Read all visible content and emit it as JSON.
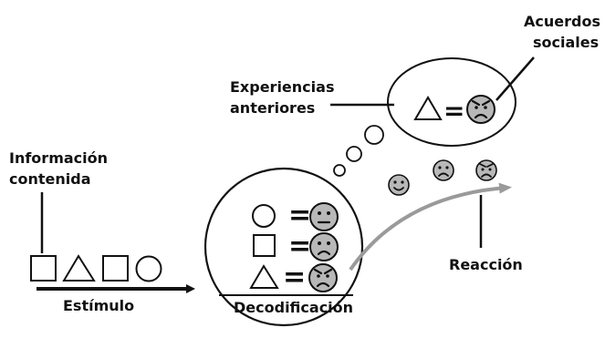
{
  "labels": {
    "info_line1": "Información",
    "info_line2": "contenida",
    "stimulus": "Estímulo",
    "decoding": "Decodificación",
    "experiences_line1": "Experiencias",
    "experiences_line2": "anteriores",
    "social_line1": "Acuerdos",
    "social_line2": "sociales",
    "reaction": "Reacción"
  },
  "symbols": {
    "equals": "="
  },
  "icons": {
    "stimulus_shapes": [
      "square-icon",
      "triangle-icon",
      "square-icon",
      "circle-icon"
    ],
    "decoding_pairs": [
      {
        "shape": "circle-icon",
        "face": "neutral-face-icon"
      },
      {
        "shape": "square-icon",
        "face": "sad-face-icon"
      },
      {
        "shape": "triangle-icon",
        "face": "angry-face-icon"
      }
    ],
    "memory_pair": {
      "shape": "triangle-icon",
      "face": "angry-face-icon"
    },
    "floating_faces": [
      "happy-face-icon",
      "sad-face-icon",
      "angry-face-icon"
    ]
  },
  "colors": {
    "ink": "#111111",
    "face_fill": "#b8b8b8",
    "reaction_arrow": "#9a9a9a"
  }
}
